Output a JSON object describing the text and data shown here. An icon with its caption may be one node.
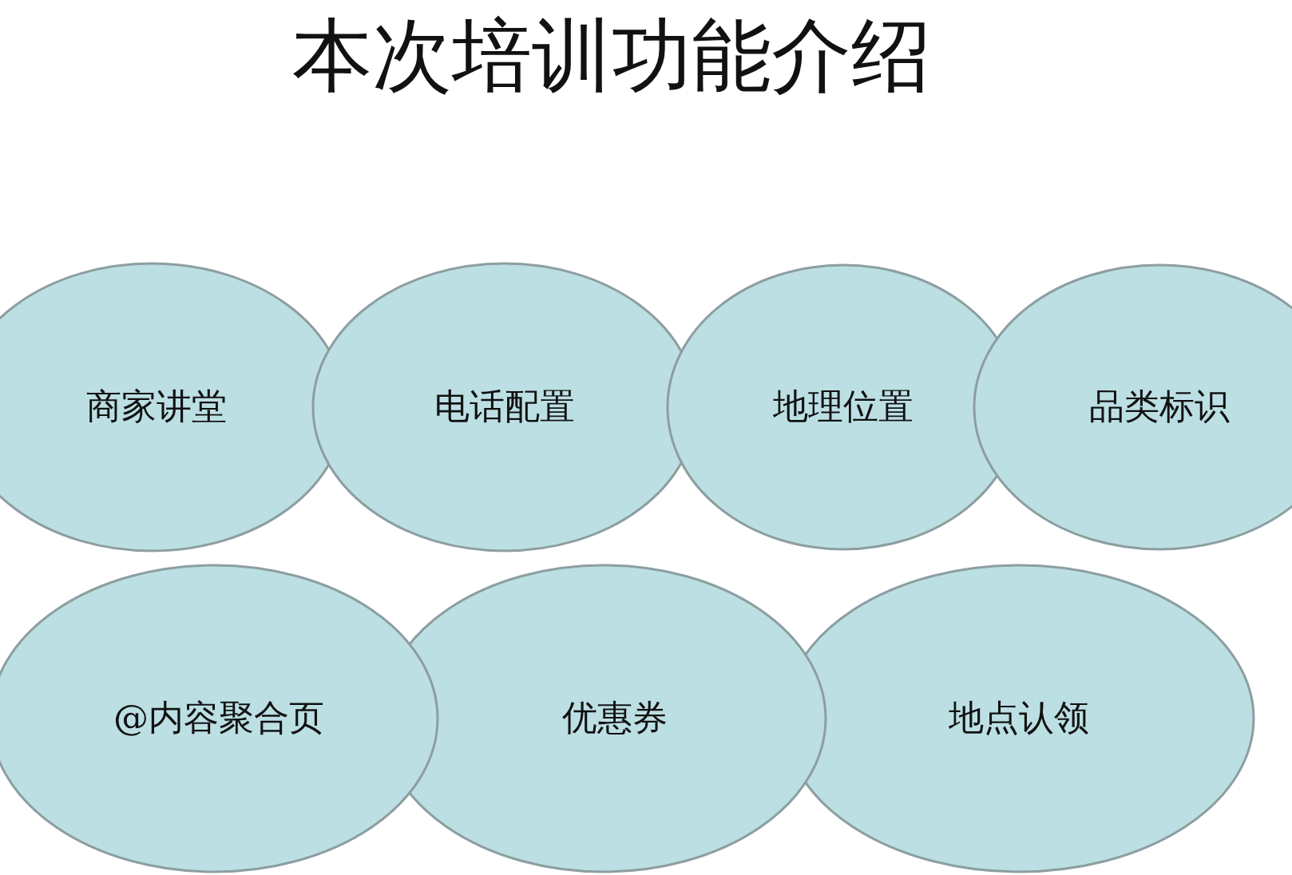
{
  "diagram": {
    "title": "本次培训功能介绍",
    "nodes": [
      {
        "text": [
          "商家讲堂"
        ]
      },
      {
        "text": [
          "电话配置"
        ]
      },
      {
        "text": [
          "地理位置"
        ]
      },
      {
        "text": [
          "品类标识"
        ]
      },
      {
        "text": [
          "@内容聚合页"
        ]
      },
      {
        "text": [
          "优惠券"
        ]
      },
      {
        "text": [
          "地点认领"
        ]
      }
    ]
  }
}
